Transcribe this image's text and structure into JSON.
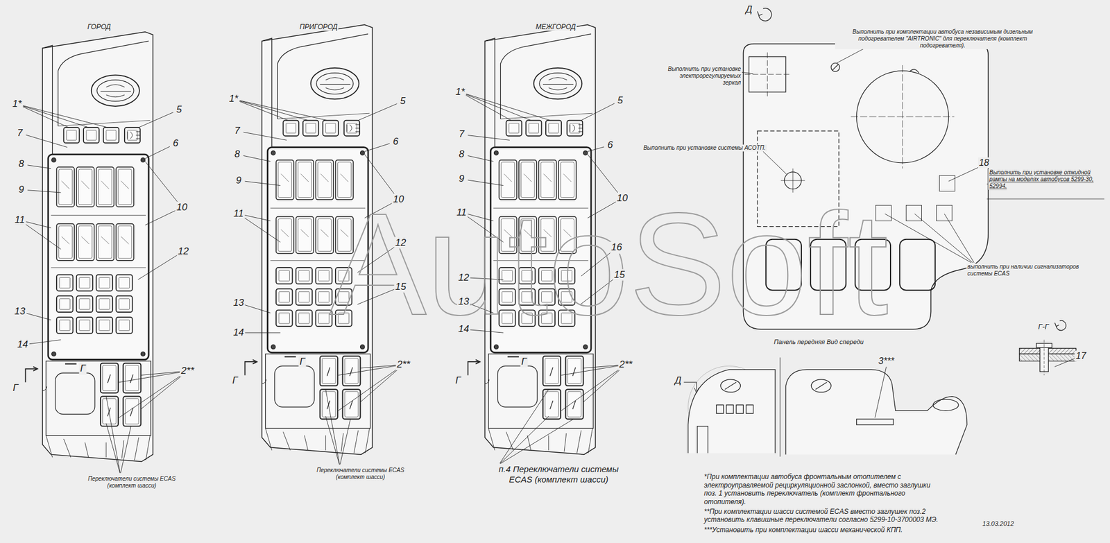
{
  "diagram": {
    "labels": [
      "ГОРОД",
      "ПРИГОРОД",
      "МЕЖГОРОД",
      "1*",
      "5",
      "7",
      "6",
      "8",
      "9",
      "10",
      "11",
      "12",
      "13",
      "14",
      "2**",
      "Г",
      "Г",
      "Переключатели системы ECAS (комплект шасси)",
      "1*",
      "5",
      "7",
      "6",
      "8",
      "9",
      "10",
      "11",
      "12",
      "13",
      "14",
      "15",
      "2**",
      "Г",
      "Г",
      "Переключатели системы ECAS (комплект шасси)",
      "1*",
      "5",
      "7",
      "6",
      "8",
      "9",
      "10",
      "11",
      "16",
      "15",
      "12",
      "13",
      "14",
      "2**",
      "Г",
      "Г",
      "п.4 Переключатели системы ECAS (комплект шасси)",
      "Д",
      "Выполнить при комплектации автобуса независимым дизельным подогревателем \"AIRTRONIC\" для переключателя (комплект подогревателя).",
      "Выполнить при установке электрорегулируемых зеркал",
      "Выполнить при установке системы АСОТП.",
      "18",
      "Выполнить при установке откидной рампы на моделях автобусов 5299-30, 52994.",
      "выполнить при наличии сигнализаторов системы ECAS",
      "Г-Г",
      "17",
      "Панель передняя Вид спереди",
      "Д",
      "3***",
      "*При комплектации автобуса фронтальным отопителем с электроуправляемой рециркуляционной заслонкой, вместо заглушки поз. 1 установить переключатель (комплект фронтального отопителя).",
      "**При комплектации шасси системой ECAS вместо заглушек поз.2 установить клавишные переключатели согласно 5299-10-3700003 МЭ.",
      "***Установить при комплектации шасси механической КПП.",
      "13.03.2012",
      "AutoSoft"
    ]
  }
}
